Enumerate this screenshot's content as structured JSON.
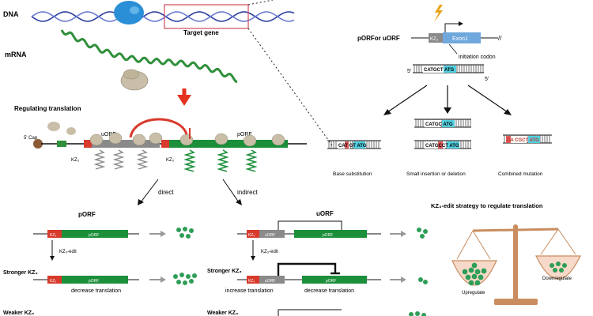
{
  "colors": {
    "dna_strand": "#2b3f9e",
    "mrna": "#2f8f3a",
    "green_box": "#1c8f3a",
    "red_box": "#d83a2c",
    "exon_blue": "#6fa8dc",
    "cyan": "#51d0e0",
    "ribosome": "#c9bfa8",
    "polymerase": "#2a8fd6",
    "arrow_red": "#e5321e",
    "scale": "#c98d5f",
    "pan": "#f7d9c9",
    "dots": "#2e9e57"
  },
  "left": {
    "dna_label": "DNA",
    "target_gene_label": "Target gene",
    "mrna_label": "mRNA",
    "regulating_title": "Regulating translation",
    "cap_label": "5' Cap",
    "uorf_label": "uORF",
    "porf_label": "pORF",
    "kz_left": "KZ₃",
    "kz_right": "KZ₃",
    "direct_label": "direct",
    "indirect_label": "indirect",
    "porf_title": "pORF",
    "uorf_title": "uORF",
    "kz_box": "KZ₃",
    "porf_box": "pORF",
    "uorf_box": "uORF",
    "kz_edit": "KZ₃-edit",
    "stronger_kz": "Stronger KZ₃",
    "weaker_kz": "Weaker KZ₃",
    "decrease_translation": "decrease translation",
    "increase_translation": "increase translation"
  },
  "right": {
    "porf_uorf_label": "pORFor uORF",
    "kz_box": "KZ₃",
    "exon_box": "Exon1",
    "initiation_codon": "initiation codon",
    "five_prime": "5'",
    "seq_main": "CATGCT ATG",
    "seq_base": "CAT GT ATG",
    "seq_indel_top": "CATGC  ATG",
    "seq_indel_bottom": "CATGCCT ATG",
    "seq_combined": "CA  CGCT ATG",
    "base_substitution": "Base substitution",
    "small_indel": "Small insertion or deletion",
    "combined_mutation": "Combined mutation",
    "strategy_title": "KZ₃-edit strategy to regulate translation",
    "upregulate": "Upregulate",
    "downregulate": "Downregulate"
  }
}
